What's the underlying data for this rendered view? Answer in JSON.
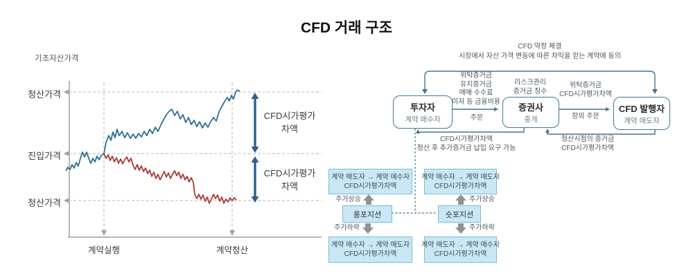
{
  "title": "CFD 거래 구조",
  "colors": {
    "accent_line": "#44758f",
    "up_series": "#2e6e8e",
    "down_series": "#a93a38",
    "double_arrow": "#2d608f",
    "light_box_fill": "#c9e7f5",
    "light_box_border": "#7abbdc",
    "gray_arrow": "#8f9396"
  },
  "chart": {
    "y_axis_title": "기초자산가격",
    "y_label_top": "청산가격",
    "y_label_mid": "진입가격",
    "y_label_bottom": "청산가격",
    "x_label_start": "계약실행",
    "x_label_end": "계약청산",
    "gap_label_line1": "CFD시가평가",
    "gap_label_line2": "차액",
    "series": [
      {
        "name": "underlying-price-up-path",
        "color": "#2e6e8e",
        "points": [
          [
            95,
            247
          ],
          [
            98,
            242
          ],
          [
            101,
            245
          ],
          [
            104,
            238
          ],
          [
            107,
            243
          ],
          [
            110,
            235
          ],
          [
            113,
            240
          ],
          [
            116,
            229
          ],
          [
            119,
            220
          ],
          [
            122,
            227
          ],
          [
            125,
            220
          ],
          [
            128,
            229
          ],
          [
            131,
            236
          ],
          [
            134,
            229
          ],
          [
            137,
            234
          ],
          [
            140,
            226
          ],
          [
            143,
            231
          ],
          [
            146,
            225
          ],
          [
            150,
            222
          ],
          [
            153,
            206
          ],
          [
            157,
            196
          ],
          [
            160,
            203
          ],
          [
            163,
            191
          ],
          [
            166,
            199
          ],
          [
            169,
            187
          ],
          [
            172,
            196
          ],
          [
            176,
            190
          ],
          [
            180,
            199
          ],
          [
            184,
            192
          ],
          [
            188,
            200
          ],
          [
            192,
            194
          ],
          [
            196,
            200
          ],
          [
            200,
            193
          ],
          [
            204,
            198
          ],
          [
            208,
            190
          ],
          [
            212,
            196
          ],
          [
            216,
            187
          ],
          [
            220,
            193
          ],
          [
            224,
            184
          ],
          [
            228,
            190
          ],
          [
            232,
            181
          ],
          [
            236,
            173
          ],
          [
            240,
            166
          ],
          [
            244,
            161
          ],
          [
            248,
            158
          ],
          [
            252,
            167
          ],
          [
            256,
            161
          ],
          [
            260,
            172
          ],
          [
            264,
            166
          ],
          [
            268,
            177
          ],
          [
            272,
            170
          ],
          [
            276,
            180
          ],
          [
            280,
            174
          ],
          [
            284,
            183
          ],
          [
            288,
            176
          ],
          [
            292,
            185
          ],
          [
            296,
            178
          ],
          [
            300,
            184
          ],
          [
            304,
            176
          ],
          [
            308,
            170
          ],
          [
            312,
            175
          ],
          [
            316,
            162
          ],
          [
            320,
            154
          ],
          [
            324,
            147
          ],
          [
            328,
            141
          ],
          [
            331,
            146
          ],
          [
            334,
            138
          ],
          [
            337,
            143
          ],
          [
            340,
            133
          ],
          [
            343,
            130
          ],
          [
            346,
            132
          ]
        ]
      },
      {
        "name": "underlying-price-down-path",
        "color": "#a93a38",
        "points": [
          [
            150,
            222
          ],
          [
            153,
            229
          ],
          [
            156,
            224
          ],
          [
            159,
            232
          ],
          [
            162,
            226
          ],
          [
            165,
            234
          ],
          [
            168,
            228
          ],
          [
            171,
            236
          ],
          [
            174,
            230
          ],
          [
            177,
            237
          ],
          [
            180,
            231
          ],
          [
            183,
            227
          ],
          [
            186,
            234
          ],
          [
            189,
            229
          ],
          [
            192,
            239
          ],
          [
            195,
            245
          ],
          [
            198,
            238
          ],
          [
            201,
            246
          ],
          [
            204,
            240
          ],
          [
            207,
            248
          ],
          [
            210,
            243
          ],
          [
            213,
            251
          ],
          [
            216,
            246
          ],
          [
            219,
            255
          ],
          [
            222,
            249
          ],
          [
            225,
            258
          ],
          [
            228,
            252
          ],
          [
            231,
            260
          ],
          [
            234,
            254
          ],
          [
            237,
            248
          ],
          [
            240,
            256
          ],
          [
            243,
            250
          ],
          [
            246,
            258
          ],
          [
            249,
            252
          ],
          [
            252,
            247
          ],
          [
            255,
            254
          ],
          [
            258,
            249
          ],
          [
            261,
            258
          ],
          [
            264,
            252
          ],
          [
            267,
            260
          ],
          [
            270,
            255
          ],
          [
            273,
            263
          ],
          [
            276,
            257
          ],
          [
            279,
            264
          ],
          [
            281,
            281
          ],
          [
            284,
            287
          ],
          [
            287,
            281
          ],
          [
            290,
            288
          ],
          [
            293,
            282
          ],
          [
            296,
            291
          ],
          [
            299,
            285
          ],
          [
            302,
            294
          ],
          [
            305,
            288
          ],
          [
            308,
            281
          ],
          [
            311,
            287
          ],
          [
            314,
            282
          ],
          [
            317,
            291
          ],
          [
            320,
            285
          ],
          [
            323,
            294
          ],
          [
            326,
            288
          ],
          [
            329,
            292
          ],
          [
            332,
            286
          ],
          [
            335,
            290
          ],
          [
            338,
            286
          ],
          [
            341,
            289
          ]
        ]
      }
    ]
  },
  "flow": {
    "agreement": [
      "CFD 약정 체결",
      "시장에서 자산 가격 변동에 따른 차익을 얻는 계약에 동의"
    ],
    "investor": {
      "title": "투자자",
      "subtitle": "계약 매수자"
    },
    "broker": {
      "title": "증권사",
      "subtitle": "중개"
    },
    "issuer": {
      "title": "CFD 발행자",
      "subtitle": "계약 매도자"
    },
    "investor_to_broker": [
      "위탁증거금",
      "유지증거금",
      "매매 수수료",
      "이자 등 금융비용"
    ],
    "investor_to_broker_below": "주문",
    "broker_role": [
      "리스크관리",
      "증거금 징수"
    ],
    "broker_to_issuer": [
      "위탁증거금",
      "CFD시가평가차액"
    ],
    "broker_to_issuer_below": "장외 주문",
    "broker_to_investor": [
      "CFD시가평가차액",
      "정산 후 추가증거금 납입 요구 가능"
    ],
    "issuer_to_broker": [
      "청산시점의 증거금",
      "CFD시가평가차액"
    ],
    "long": {
      "label": "롱포지션",
      "up_label": "주가상승",
      "up_result": [
        "계약 매도자 → 계약 매수자",
        "CFD시가평가차액"
      ],
      "down_label": "주가하락",
      "down_result": [
        "계약 매수자 → 계약 매도자",
        "CFD시가평가차액"
      ]
    },
    "short": {
      "label": "숏포지션",
      "up_label": "주가상승",
      "up_result": [
        "계약 매수자 → 계약 매도자",
        "CFD시가평가차액"
      ],
      "down_label": "주가하락",
      "down_result": [
        "계약 매도자 → 계약 매수자",
        "CFD시가평가차액"
      ]
    }
  }
}
